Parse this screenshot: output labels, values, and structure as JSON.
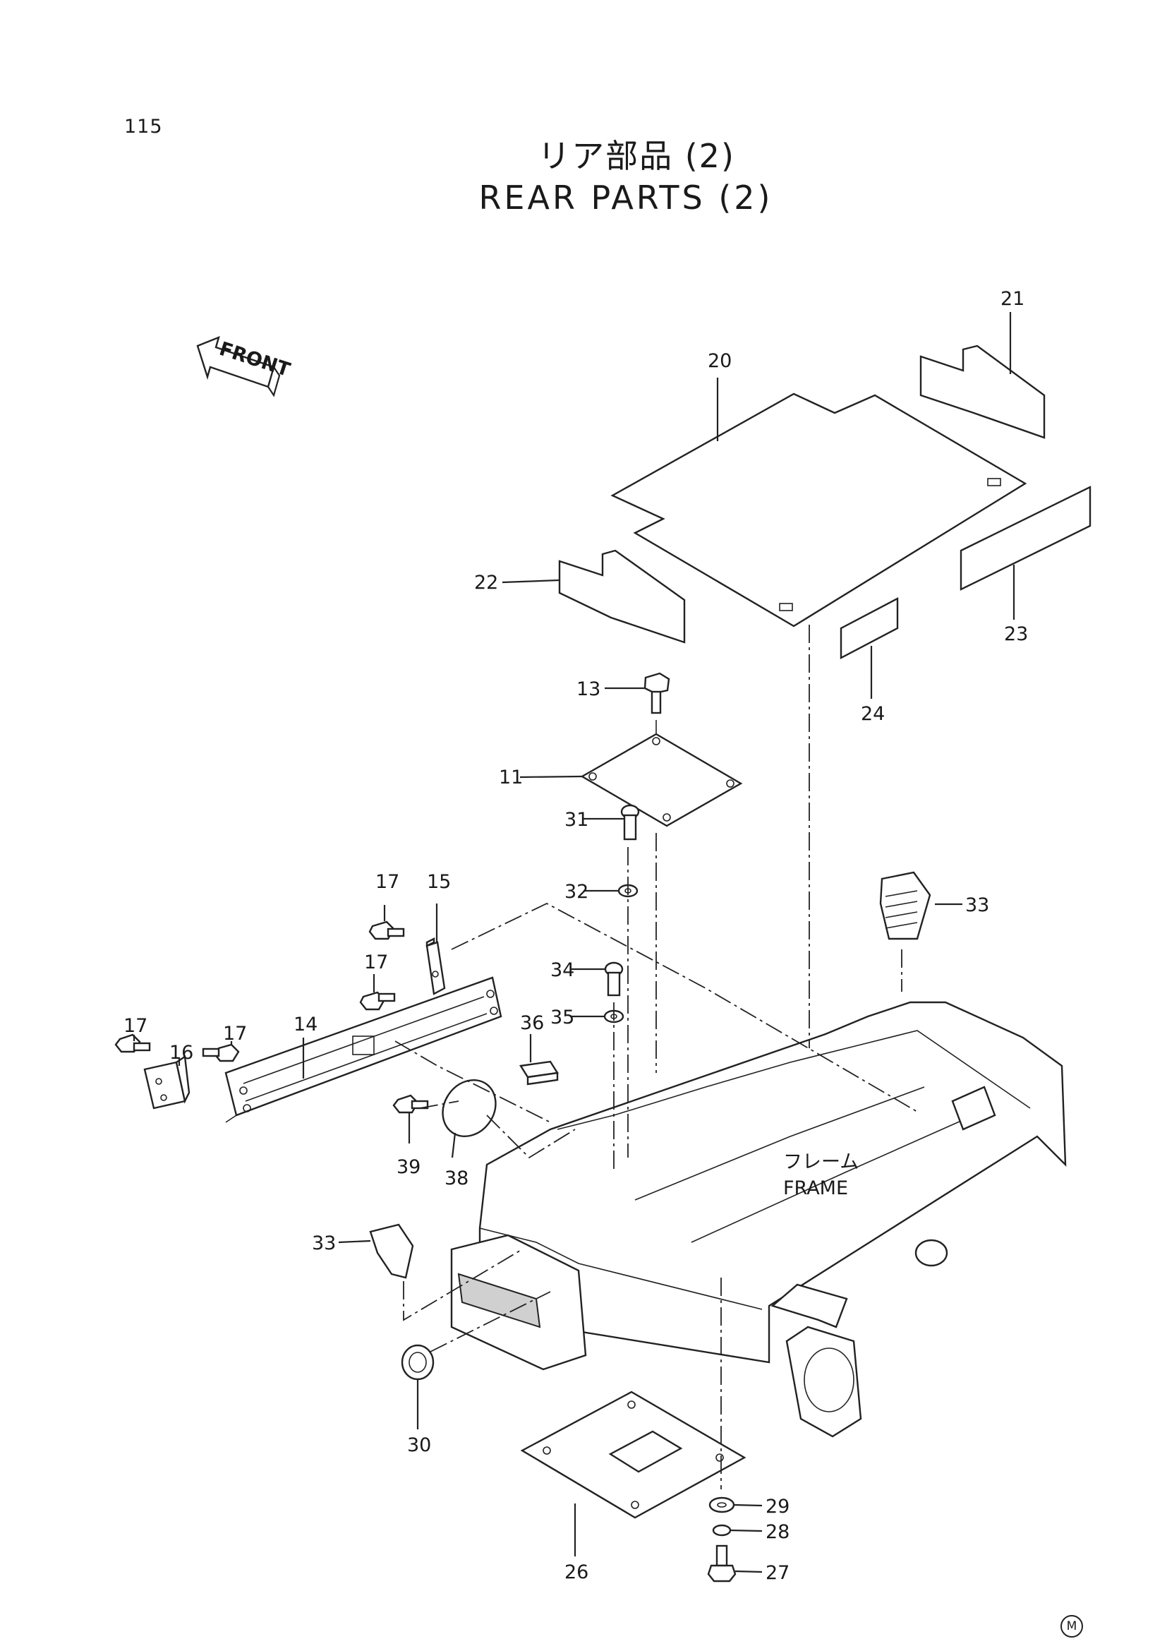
{
  "page": {
    "number": "115"
  },
  "title": {
    "japanese": "リア部品 (2)",
    "english": "REAR PARTS (2)"
  },
  "direction_marker": "FRONT",
  "assembly_label": {
    "japanese": "フレーム",
    "english": "FRAME"
  },
  "corner_mark": "M",
  "callouts": {
    "c11": "11",
    "c13": "13",
    "c14": "14",
    "c15": "15",
    "c16": "16",
    "c17a": "17",
    "c17b": "17",
    "c17c": "17",
    "c17d": "17",
    "c20": "20",
    "c21": "21",
    "c22": "22",
    "c23": "23",
    "c24": "24",
    "c26": "26",
    "c27": "27",
    "c28": "28",
    "c29": "29",
    "c30": "30",
    "c31": "31",
    "c32": "32",
    "c33a": "33",
    "c33b": "33",
    "c34": "34",
    "c35": "35",
    "c36": "36",
    "c38": "38",
    "c39": "39"
  }
}
